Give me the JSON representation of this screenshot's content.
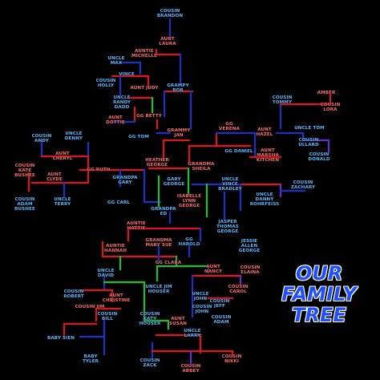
{
  "title": "OUR\nFAMILY\nTREE",
  "colors": {
    "background": "#000000",
    "female_text": "#ff6a6a",
    "male_text": "#59b8ff",
    "title": "#1f4fff",
    "line_red": "#e0141e",
    "line_blue": "#1833c8",
    "line_green": "#1fbf2a",
    "line_purple": "#6a2bd0"
  },
  "people": {
    "cousin_brandon": "COUSIN\nBRANDON",
    "aunt_laura": "AUNT\nLAURA",
    "auntie_michelle": "AUNTIE\nMICHELLE",
    "uncle_max": "UNCLE\nMAX",
    "vince": "VINCE",
    "cousin_holly": "COUSIN\nHOLLY",
    "aunt_judy": "AUNT JUDY",
    "grampy_bob": "GRAMPY\nBOB",
    "uncle_randy_dadd": "UNCLE\nRANDY\nDADD",
    "aunt_dottie": "AUNT\nDOTTIE",
    "gg_betty": "GG BETTY",
    "gg_tom": "GG TOM",
    "grammy_jan": "GRAMMY\nJAN",
    "cousin_andy": "COUSIN\nANDY",
    "uncle_denny": "UNCLE\nDENNY",
    "aunt_cheryl": "AUNT\nCHERYL",
    "cousin_kate_bushee": "COUSIN\nKATE\nBUSHEE",
    "gg_ruth": "GG RUTH",
    "aunt_clyde": "AUNT\nCLYDE",
    "grandpa_gary": "GRANDPA\nGARY",
    "heather_george": "HEATHER\nGEORGE",
    "grandma_sheila": "GRANDMA\nSHEILA",
    "gg_verena": "GG\nVERENA",
    "aunt_hazel": "AUNT\nHAZEL",
    "uncle_tom": "UNCLE TOM",
    "gg_daniel": "GG DANIEL",
    "aunt_marsha_kitchen": "AUNT\nMARSHA\nKITCHEN",
    "uncle_vince_bradley": "UNCLE\nVINCE\nBRADLEY",
    "gary_george": "GARY\nGEORGE",
    "cousin_adam_bushee": "COUSIN\nADAM\nBUSHEE",
    "uncle_terry": "UNCLE\nTERRY",
    "gg_carl": "GG CARL",
    "isabelle_lynn_george": "ISABELLE\nLYNN\nGEORGE",
    "grandpa_ed": "GRANDPA\nED",
    "uncle_danny_rohrfeiss": "UNCLE\nDANNY\nROHRFEISS",
    "cousin_zachary": "COUSIN\nZACHARY",
    "amber": "AMBER",
    "cousin_tommy": "COUSIN\nTOMMY",
    "cousin_lora": "COUSIN\nLORA",
    "cousin_ullard": "COUSIN\nULLARD",
    "cousin_donald": "COUSIN\nDONALD",
    "auntie_hattie": "AUNTIE\nHATTIE",
    "auntie_hannah": "AUNTIE\nHANNAH",
    "grandma_mary_sue": "GRANDMA\nMARY SUE",
    "gg_harold": "GG\nHAROLD",
    "jasper_thomas_george": "JASPER\nTHOMAS\nGEORGE",
    "jessie_allen_george": "JESSIE\nALLEN\nGEORGE",
    "gg_clara": "GG CLARA",
    "uncle_david": "UNCLE\nDAVID",
    "aunt_nancy": "AUNT\nNANCY",
    "cousin_elaina": "COUSIN\nELAINA",
    "uncle_jim_houser": "UNCLE JIM\nHOUSER",
    "cousin_robert": "COUSIN\nROBERT",
    "aunt_christine": "AUNT\nCHRISTINE",
    "uncle_john": "UNCLE\nJOHN",
    "cousin_carol": "COUSIN\nCAROL",
    "cousin_jim": "COUSIN JIM",
    "cousin_katy_houser": "COUSIN\nKATY\nHOUSER",
    "cousin_jeff": "COUSIN\nJEFF",
    "cousin_john": "COUSIN\nJOHN",
    "cousin_bill": "COUSIN\nBILL",
    "aunt_susan": "AUNT\nSUSAN",
    "cousin_adam": "COUSIN\nADAM",
    "baby_sien": "BABY SIEN",
    "uncle_larry": "UNCLE\nLARRY",
    "baby_tyler": "BABY\nTYLER",
    "cousin_zack": "COUSIN\nZACK",
    "cousin_abbey": "COUSIN\nABBEY",
    "cousin_nikki": "COUSIN\nNIKKI"
  }
}
